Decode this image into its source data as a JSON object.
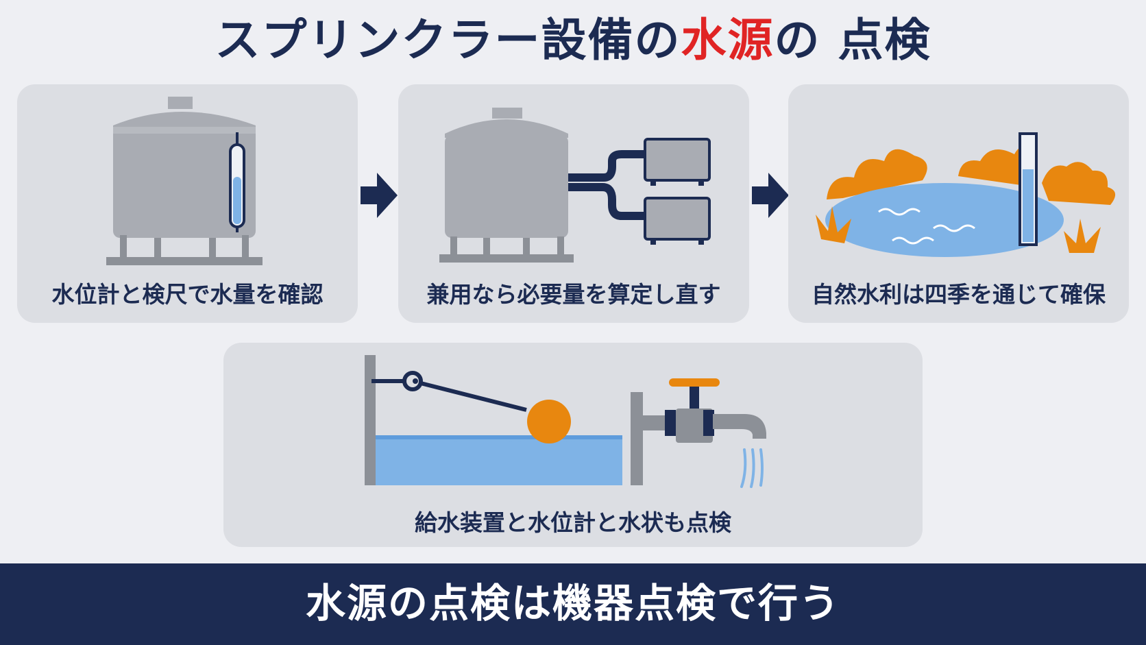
{
  "title": {
    "part1": "スプリンクラー設備の",
    "accent": "水源",
    "part2": "の 点検"
  },
  "cards": [
    {
      "caption": "水位計と検尺で水量を確認",
      "icon": "water-tank-gauge-icon"
    },
    {
      "caption": "兼用なら必要量を算定し直す",
      "icon": "shared-tank-icon"
    },
    {
      "caption": "自然水利は四季を通じて確保",
      "icon": "pond-icon"
    },
    {
      "caption": "給水装置と水位計と水状も点検",
      "icon": "float-valve-faucet-icon"
    }
  ],
  "footer": "水源の点検は機器点検で行う",
  "colors": {
    "navy": "#1c2b52",
    "red": "#e02424",
    "orange": "#e8870f",
    "water": "#7fb3e6",
    "card": "#dcdee3",
    "tank": "#a9acb3"
  }
}
